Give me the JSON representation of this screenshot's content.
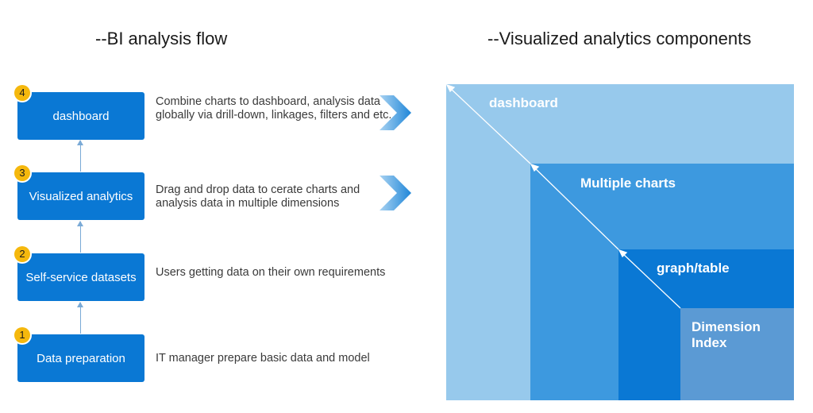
{
  "left_title": "--BI analysis flow",
  "right_title": "--Visualized analytics components",
  "steps": [
    {
      "number": "4",
      "label": "dashboard",
      "description": "Combine charts to dashboard, analysis data globally via drill-down, linkages, filters and etc."
    },
    {
      "number": "3",
      "label": "Visualized analytics",
      "description": "Drag and drop data to cerate charts and analysis data in multiple dimensions"
    },
    {
      "number": "2",
      "label": "Self-service datasets",
      "description": "Users getting data on their own requirements"
    },
    {
      "number": "1",
      "label": "Data preparation",
      "description": "IT manager prepare basic data and model"
    }
  ],
  "layers": [
    {
      "label": "dashboard"
    },
    {
      "label": "Multiple charts"
    },
    {
      "label": "graph/table"
    },
    {
      "label": "Dimension Index"
    }
  ],
  "colors": {
    "step_box": "#0a78d4",
    "badge": "#f5b80d",
    "chevron": "#1f86d8",
    "layer_1": "#97c9ec",
    "layer_2": "#3d99df",
    "layer_3": "#0a78d4",
    "layer_4": "#5b9ad4"
  },
  "icons": [
    "chevron-right-icon",
    "arrow-up-icon",
    "diagonal-arrow-icon"
  ]
}
